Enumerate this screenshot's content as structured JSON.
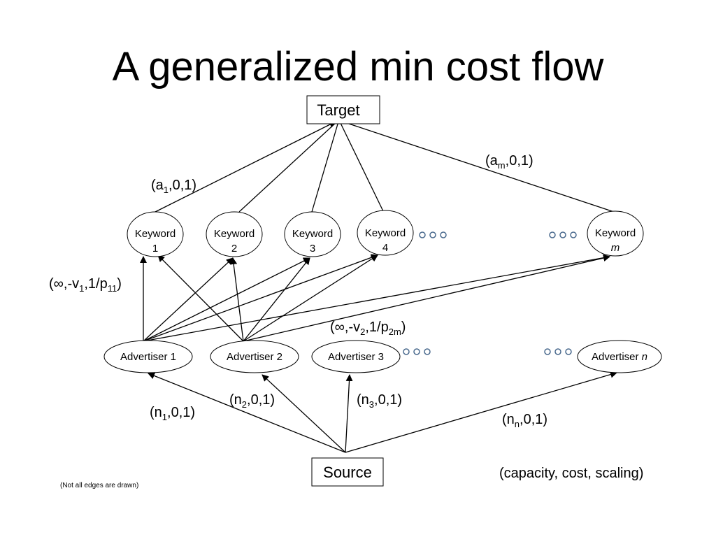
{
  "title": "A generalized min cost flow",
  "nodes": {
    "target": "Target",
    "source": "Source",
    "keyword_word": "Keyword",
    "keywords": [
      "1",
      "2",
      "3",
      "4",
      "m"
    ],
    "advertiser_word": "Advertiser",
    "advertisers": [
      "1",
      "2",
      "3",
      "n"
    ]
  },
  "edge_labels": {
    "a1": {
      "open": "(a",
      "sub": "1",
      "rest": ",0,1)"
    },
    "am": {
      "open": "(a",
      "sub": "m",
      "rest": ",0,1)"
    },
    "inf1": {
      "p1": "(∞,-v",
      "s1": "1",
      "p2": ",1/p",
      "s2": "11",
      "p3": ")"
    },
    "inf2": {
      "p1": "(∞,-v",
      "s1": "2",
      "p2": ",1/p",
      "s2": "2m",
      "p3": ")"
    },
    "n1": {
      "open": "(n",
      "sub": "1",
      "rest": ",0,1)"
    },
    "n2": {
      "open": "(n",
      "sub": "2",
      "rest": ",0,1)"
    },
    "n3": {
      "open": "(n",
      "sub": "3",
      "rest": ",0,1)"
    },
    "nn": {
      "open": "(n",
      "sub": "n",
      "rest": ",0,1)"
    }
  },
  "legend": "(capacity, cost, scaling)",
  "footnote": "(Not all edges are drawn)"
}
